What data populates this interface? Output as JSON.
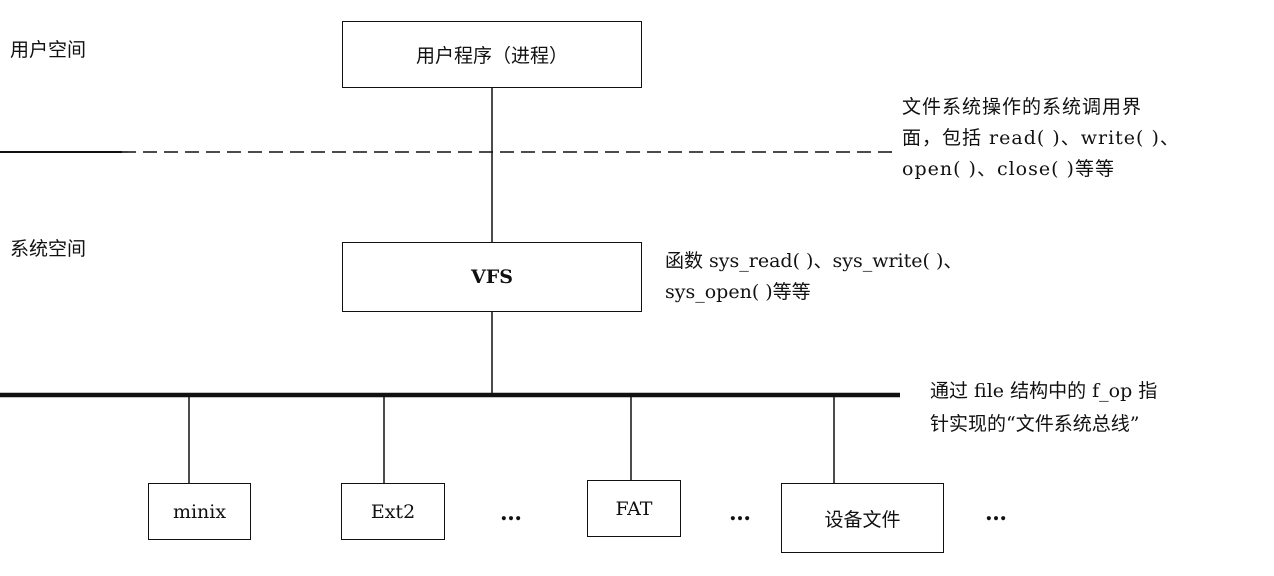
{
  "regions": {
    "user_space": "用户空间",
    "system_space": "系统空间"
  },
  "boxes": {
    "user_program": "用户程序（进程）",
    "vfs": "VFS",
    "fs": [
      "minix",
      "Ext2",
      "FAT",
      "设备文件"
    ],
    "ellipsis": "…"
  },
  "annotations": {
    "syscall_interface": [
      "文件系统操作的系统调用界",
      "面，包括 read( )、write( )、",
      "open( )、close( )等等"
    ],
    "sys_functions": [
      "函数 sys_read( )、sys_write( )、",
      "sys_open( )等等"
    ],
    "fs_bus": [
      "通过 file 结构中的 f_op 指",
      "针实现的“文件系统总线”"
    ]
  }
}
